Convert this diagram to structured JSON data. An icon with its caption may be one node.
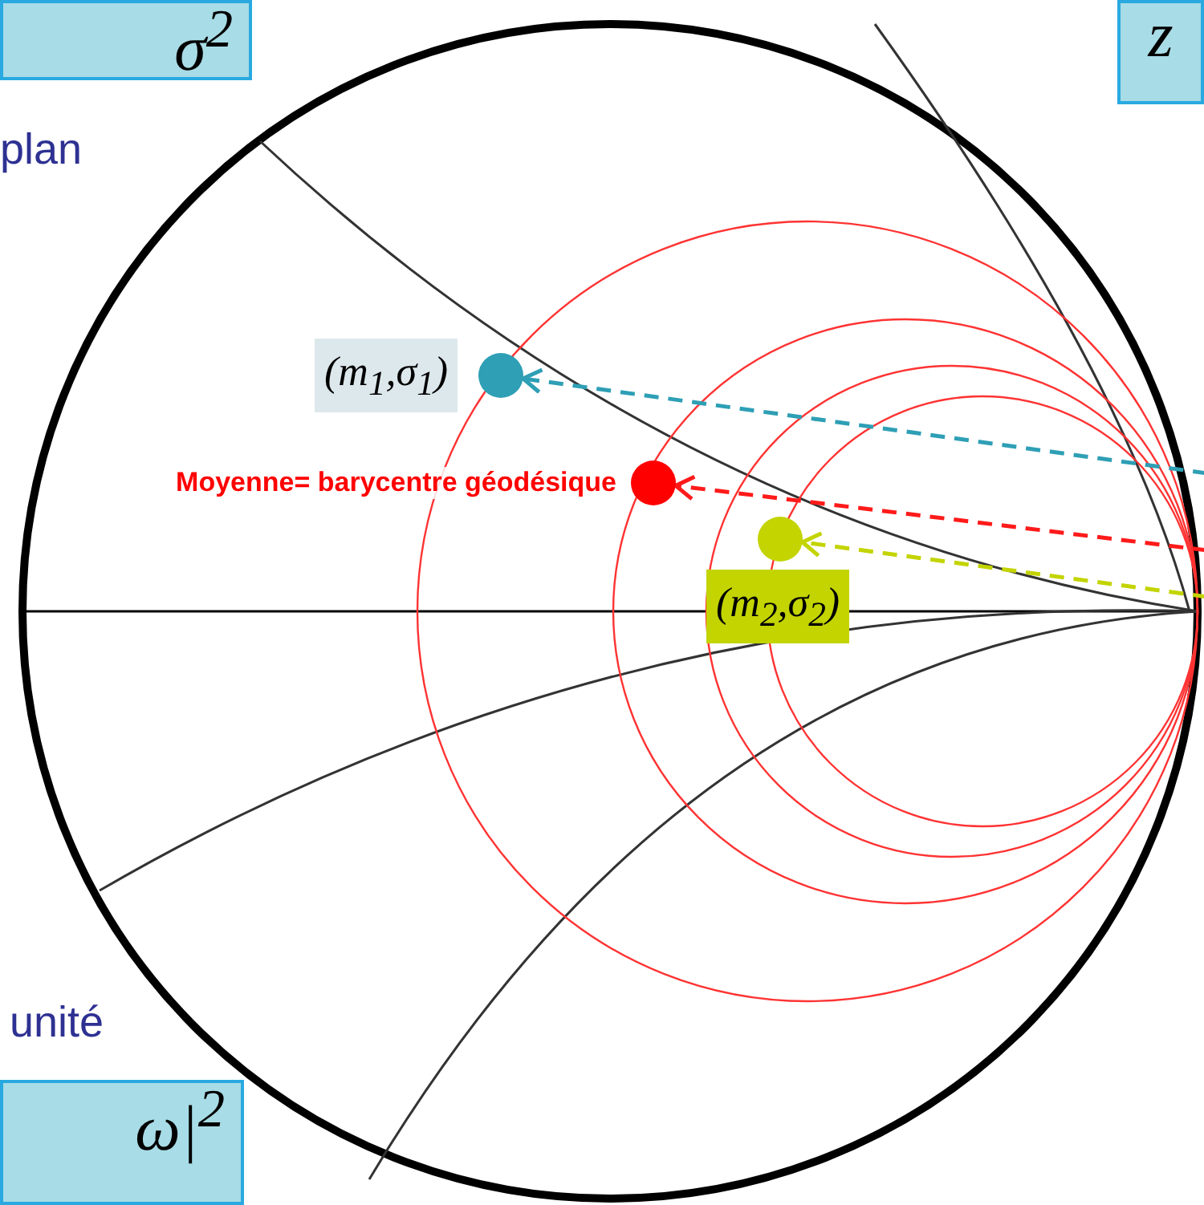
{
  "diagram": {
    "nodes": [
      {
        "text": [
          "σ$^{2}$"
        ]
      },
      {
        "text": [
          "z"
        ]
      },
      {
        "text": [],
        "shape": "circle",
        "beside": [
          "(m$_{1}$,σ$_{1}$)"
        ]
      },
      {
        "text": [],
        "shape": "circle",
        "beside": [
          "Moyenne= barycentre géodésique"
        ]
      },
      {
        "text": [],
        "shape": "circle",
        "beside": [
          "(m$_{2}$,σ$_{2}$)"
        ]
      },
      {
        "text": [
          "ω|$^{2}$"
        ]
      }
    ],
    "edges": [
      {
        "from": null,
        "to": 2,
        "arrow": "to",
        "style": "dashed",
        "color": "#2e9fb5"
      },
      {
        "from": null,
        "to": 3,
        "arrow": "to",
        "style": "dashed",
        "color": "#ff1a1a"
      },
      {
        "from": null,
        "to": 4,
        "arrow": "to",
        "style": "dashed",
        "color": "#c3d400"
      }
    ],
    "labels": [
      "plan",
      "unité"
    ]
  }
}
